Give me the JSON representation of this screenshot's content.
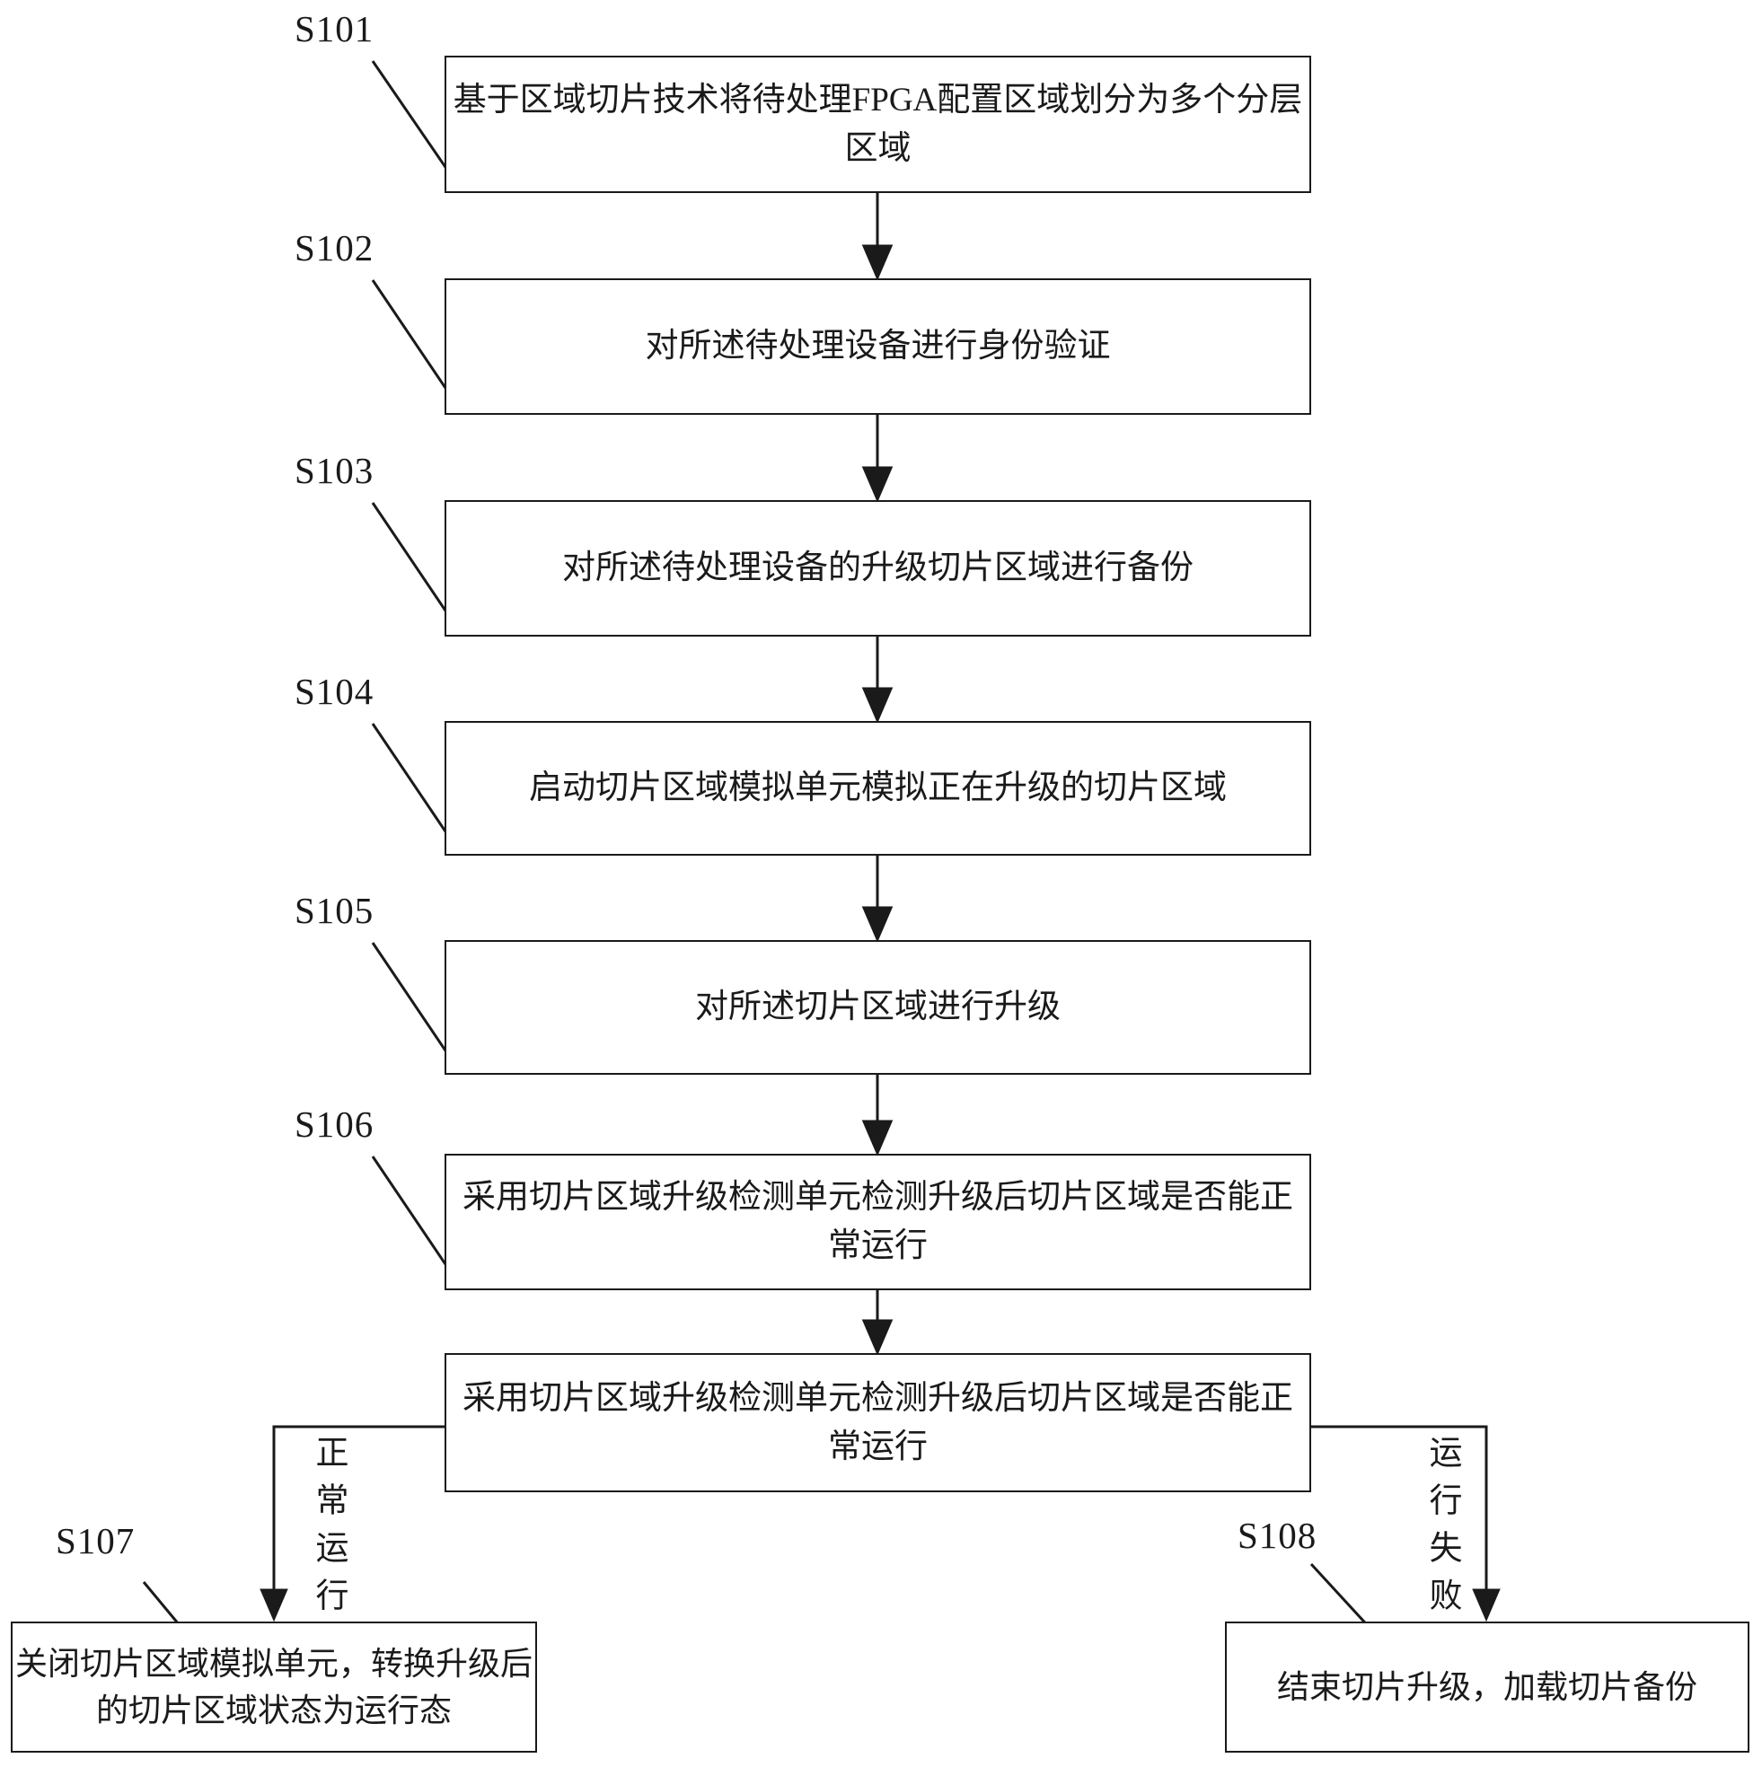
{
  "diagram": {
    "steps": [
      {
        "label": "S101",
        "text": "基于区域切片技术将待处理FPGA配置区域划分为多个分层区域"
      },
      {
        "label": "S102",
        "text": "对所述待处理设备进行身份验证"
      },
      {
        "label": "S103",
        "text": "对所述待处理设备的升级切片区域进行备份"
      },
      {
        "label": "S104",
        "text": "启动切片区域模拟单元模拟正在升级的切片区域"
      },
      {
        "label": "S105",
        "text": "对所述切片区域进行升级"
      },
      {
        "label": "S106",
        "text": "采用切片区域升级检测单元检测升级后切片区域是否能正常运行"
      },
      {
        "label": "",
        "text": "采用切片区域升级检测单元检测升级后切片区域是否能正常运行"
      }
    ],
    "outcomes": {
      "left": {
        "label": "S107",
        "branch": "正常运行",
        "text": "关闭切片区域模拟单元，转换升级后的切片区域状态为运行态"
      },
      "right": {
        "label": "S108",
        "branch": "运行失败",
        "text": "结束切片升级，加载切片备份"
      }
    },
    "line_color": "#1a1a1a",
    "background_color": "#ffffff"
  }
}
